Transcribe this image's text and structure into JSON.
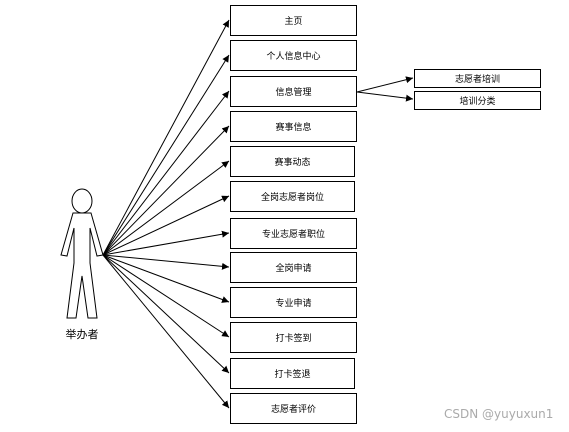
{
  "actor": {
    "label": "举办者"
  },
  "use_cases": [
    "主页",
    "个人信息中心",
    "信息管理",
    "赛事信息",
    "赛事动态",
    "全岗志愿者岗位",
    "专业志愿者职位",
    "全岗申请",
    "专业申请",
    "打卡签到",
    "打卡签退",
    "志愿者评价"
  ],
  "sub_use_cases": [
    "志愿者培训",
    "培训分类"
  ],
  "watermark": "CSDN @yuyuxun1"
}
